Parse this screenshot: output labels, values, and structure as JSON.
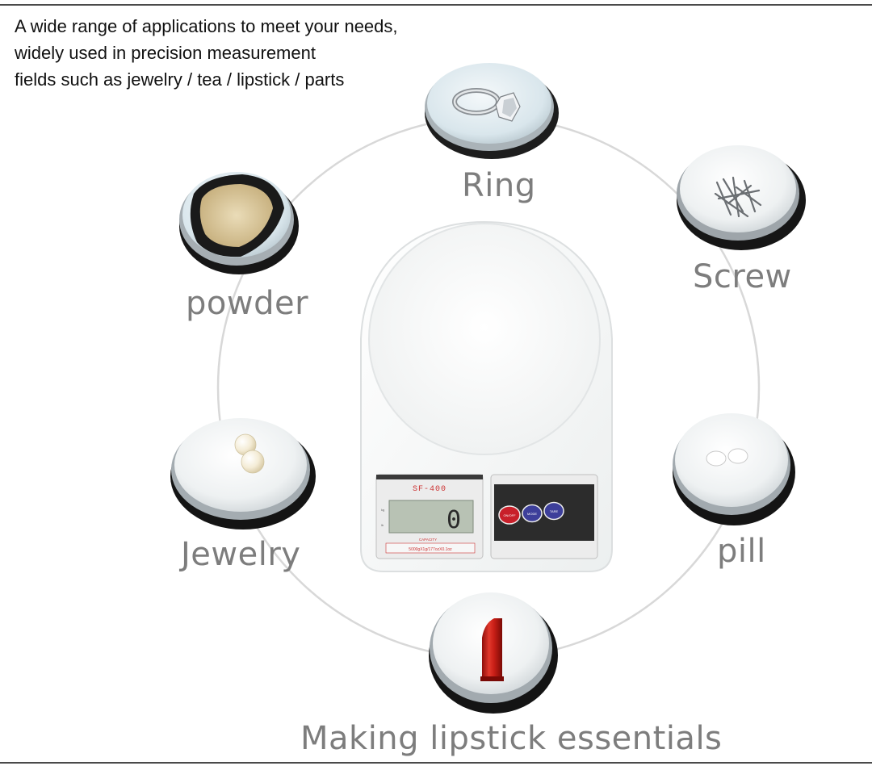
{
  "headline": {
    "line1": "A wide range of applications to meet your needs,",
    "line2": "widely used in precision measurement",
    "line3": "fields such as jewelry / tea / lipstick / parts"
  },
  "labels": {
    "ring": "Ring",
    "screw": "Screw",
    "powder": "powder",
    "jewelry": "Jewelry",
    "pill": "pill",
    "lipstick": "Making lipstick essentials"
  },
  "scale": {
    "model": "SF-400",
    "display_value": "0",
    "capacity_label": "CAPACITY",
    "capacity_value": "5000gX1g/177ozX0.1oz",
    "buttons": [
      "ON/OFF",
      "MODE",
      "TARE"
    ]
  },
  "colors": {
    "label_gray": "#7d7d7d",
    "lipstick_red": "#d4261e",
    "button_red": "#c8202a",
    "button_blue": "#3d3f9a"
  }
}
